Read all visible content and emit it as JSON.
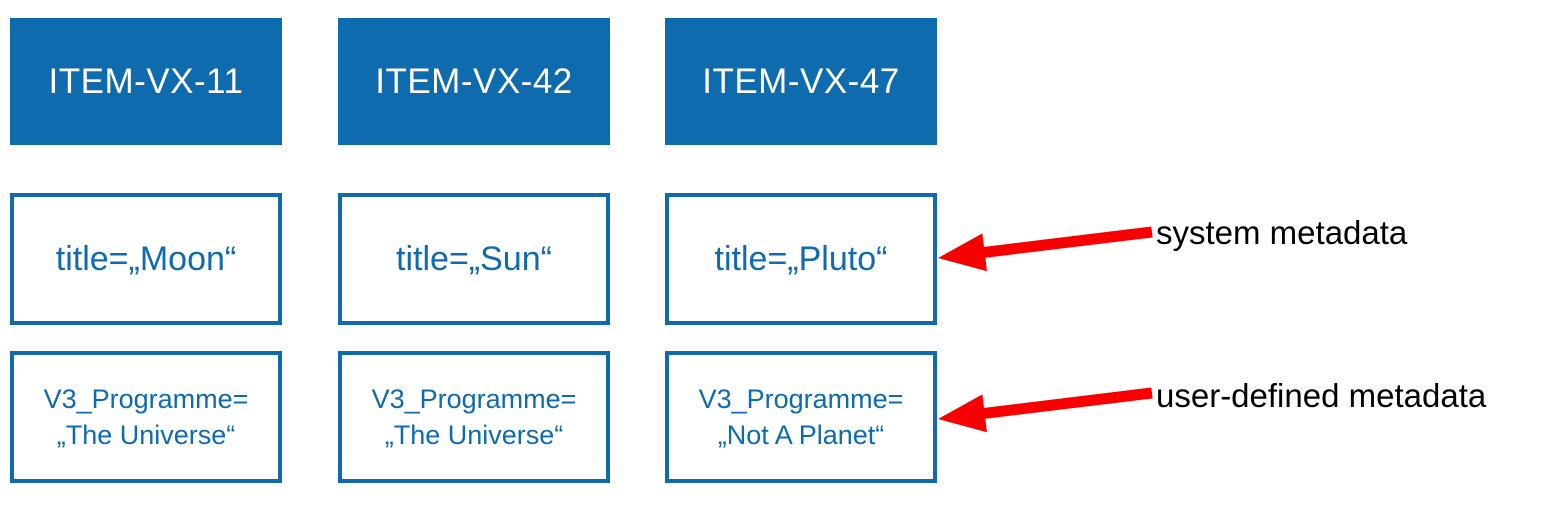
{
  "colors": {
    "blue": "#0e6bad",
    "red": "#f80000",
    "ink": "#000000",
    "bg": "#ffffff"
  },
  "items": [
    {
      "id": "ITEM-VX-11",
      "system_metadata": "title=„Moon“",
      "user_metadata": [
        "V3_Programme=",
        "„The Universe“"
      ]
    },
    {
      "id": "ITEM-VX-42",
      "system_metadata": "title=„Sun“",
      "user_metadata": [
        "V3_Programme=",
        "„The Universe“"
      ]
    },
    {
      "id": "ITEM-VX-47",
      "system_metadata": "title=„Pluto“",
      "user_metadata": [
        "V3_Programme=",
        "„Not A Planet“"
      ]
    }
  ],
  "annotations": [
    {
      "label": "system metadata"
    },
    {
      "label": "user-defined metadata"
    }
  ]
}
